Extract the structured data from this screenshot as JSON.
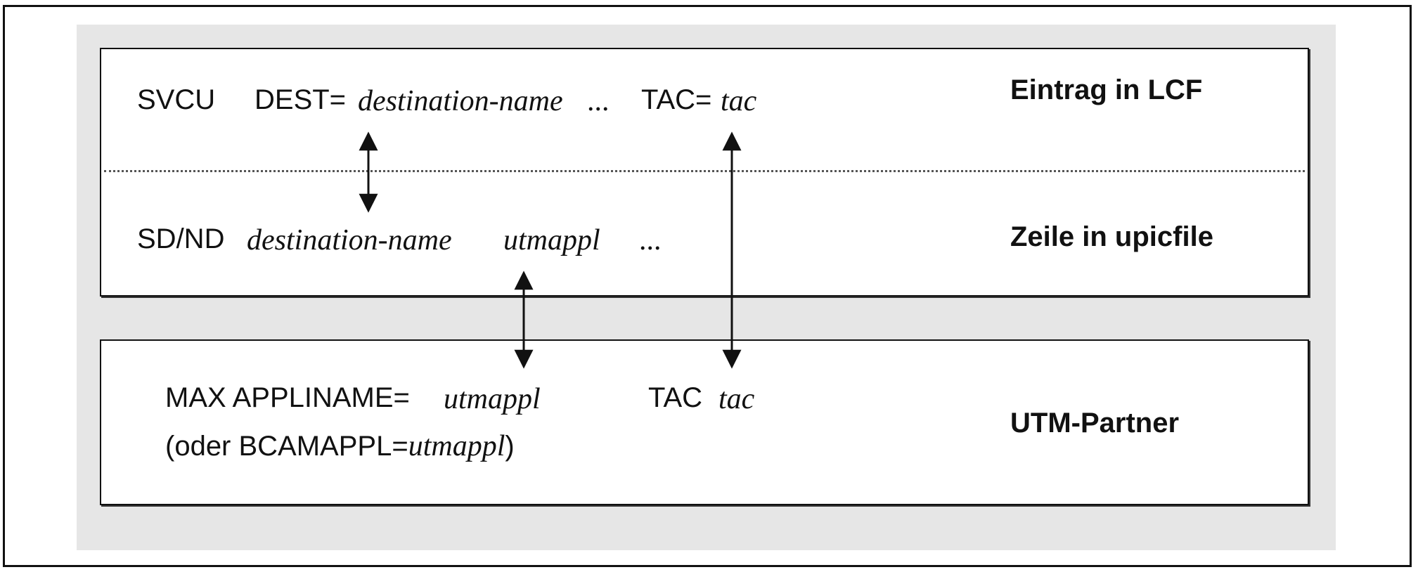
{
  "lcf_row": {
    "cmd": "SVCU",
    "dest_key": "DEST=",
    "dest_val": "destination-name",
    "dots": "...",
    "tac_key": "TAC=",
    "tac_val": "tac",
    "label": "Eintrag in LCF"
  },
  "upic_row": {
    "cmd": "SD/ND",
    "dest_val": "destination-name",
    "appl_val": "utmappl",
    "dots": "...",
    "label": "Zeile in upicfile"
  },
  "utm_row": {
    "max_key": "MAX APPLINAME=",
    "max_val": "utmappl",
    "tac_key": "TAC",
    "tac_val": "tac",
    "alt_open": "(oder BCAMAPPL=",
    "alt_val": "utmappl",
    "alt_close": ")",
    "label": "UTM-Partner"
  }
}
